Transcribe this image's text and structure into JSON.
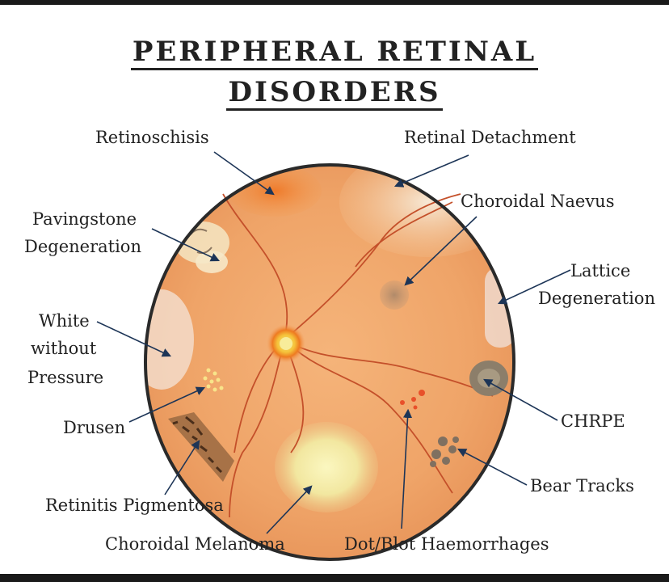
{
  "title": {
    "line1": "PERIPHERAL RETINAL",
    "line2": "DISORDERS"
  },
  "labels": {
    "retinoschisis": "Retinoschisis",
    "retinal_detachment": "Retinal Detachment",
    "pavingstone_line1": "Pavingstone",
    "pavingstone_line2": "Degeneration",
    "choroidal_naevus": "Choroidal Naevus",
    "lattice_line1": "Lattice",
    "lattice_line2": "Degeneration",
    "white_line1": "White",
    "white_line2": "without",
    "white_line3": "Pressure",
    "drusen": "Drusen",
    "chrpe": "CHRPE",
    "bear_tracks": "Bear Tracks",
    "retinitis_pigmentosa": "Retinitis Pigmentosa",
    "choroidal_melanoma": "Choroidal Melanoma",
    "dot_blot": "Dot/Blot Haemorrhages"
  },
  "colors": {
    "fundus": "#f0a868",
    "fundus_edge": "#2a2a2a",
    "vessel": "#c4502a",
    "arrow": "#1d3557",
    "text": "#222222"
  }
}
